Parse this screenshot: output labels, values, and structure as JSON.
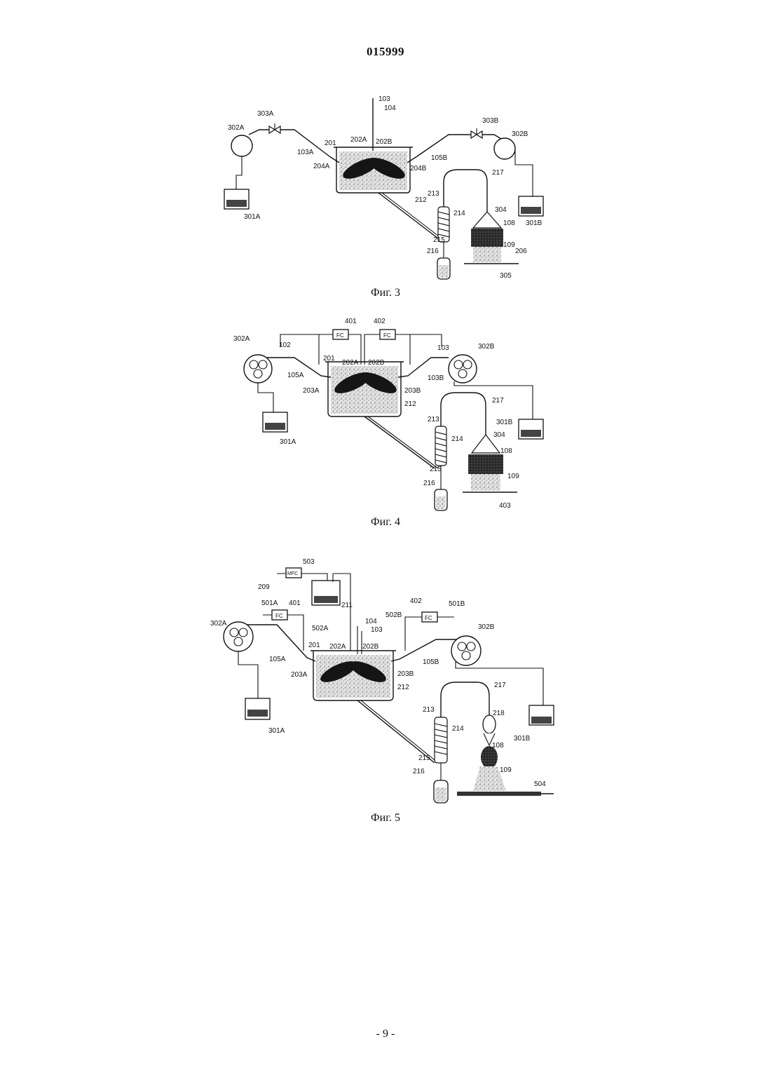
{
  "header": {
    "doc_number": "015999"
  },
  "figures": [
    {
      "caption": "Фиг. 3",
      "labels": [
        "103",
        "104",
        "303A",
        "303B",
        "302A",
        "302B",
        "201",
        "202A",
        "202B",
        "103A",
        "105B",
        "204A",
        "204B",
        "217",
        "301A",
        "301B",
        "212",
        "213",
        "214",
        "304",
        "108",
        "215",
        "109",
        "216",
        "206",
        "305"
      ]
    },
    {
      "caption": "Фиг. 4",
      "labels": [
        "401",
        "402",
        "FC",
        "FC",
        "302A",
        "302B",
        "102",
        "103",
        "201",
        "202A",
        "202B",
        "105A",
        "103B",
        "203A",
        "203B",
        "212",
        "217",
        "301B",
        "301A",
        "213",
        "214",
        "304",
        "108",
        "215",
        "109",
        "216",
        "403"
      ]
    },
    {
      "caption": "Фиг. 5",
      "labels": [
        "503",
        "209",
        "MFC",
        "211",
        "501A",
        "401",
        "FC",
        "402",
        "FC",
        "501B",
        "502A",
        "502B",
        "104",
        "103",
        "302A",
        "302B",
        "201",
        "202A",
        "202B",
        "105A",
        "105B",
        "203A",
        "203B",
        "212",
        "217",
        "301A",
        "213",
        "214",
        "218",
        "301B",
        "108",
        "215",
        "109",
        "216",
        "504"
      ]
    }
  ],
  "footer": {
    "page_number": "- 9 -"
  }
}
